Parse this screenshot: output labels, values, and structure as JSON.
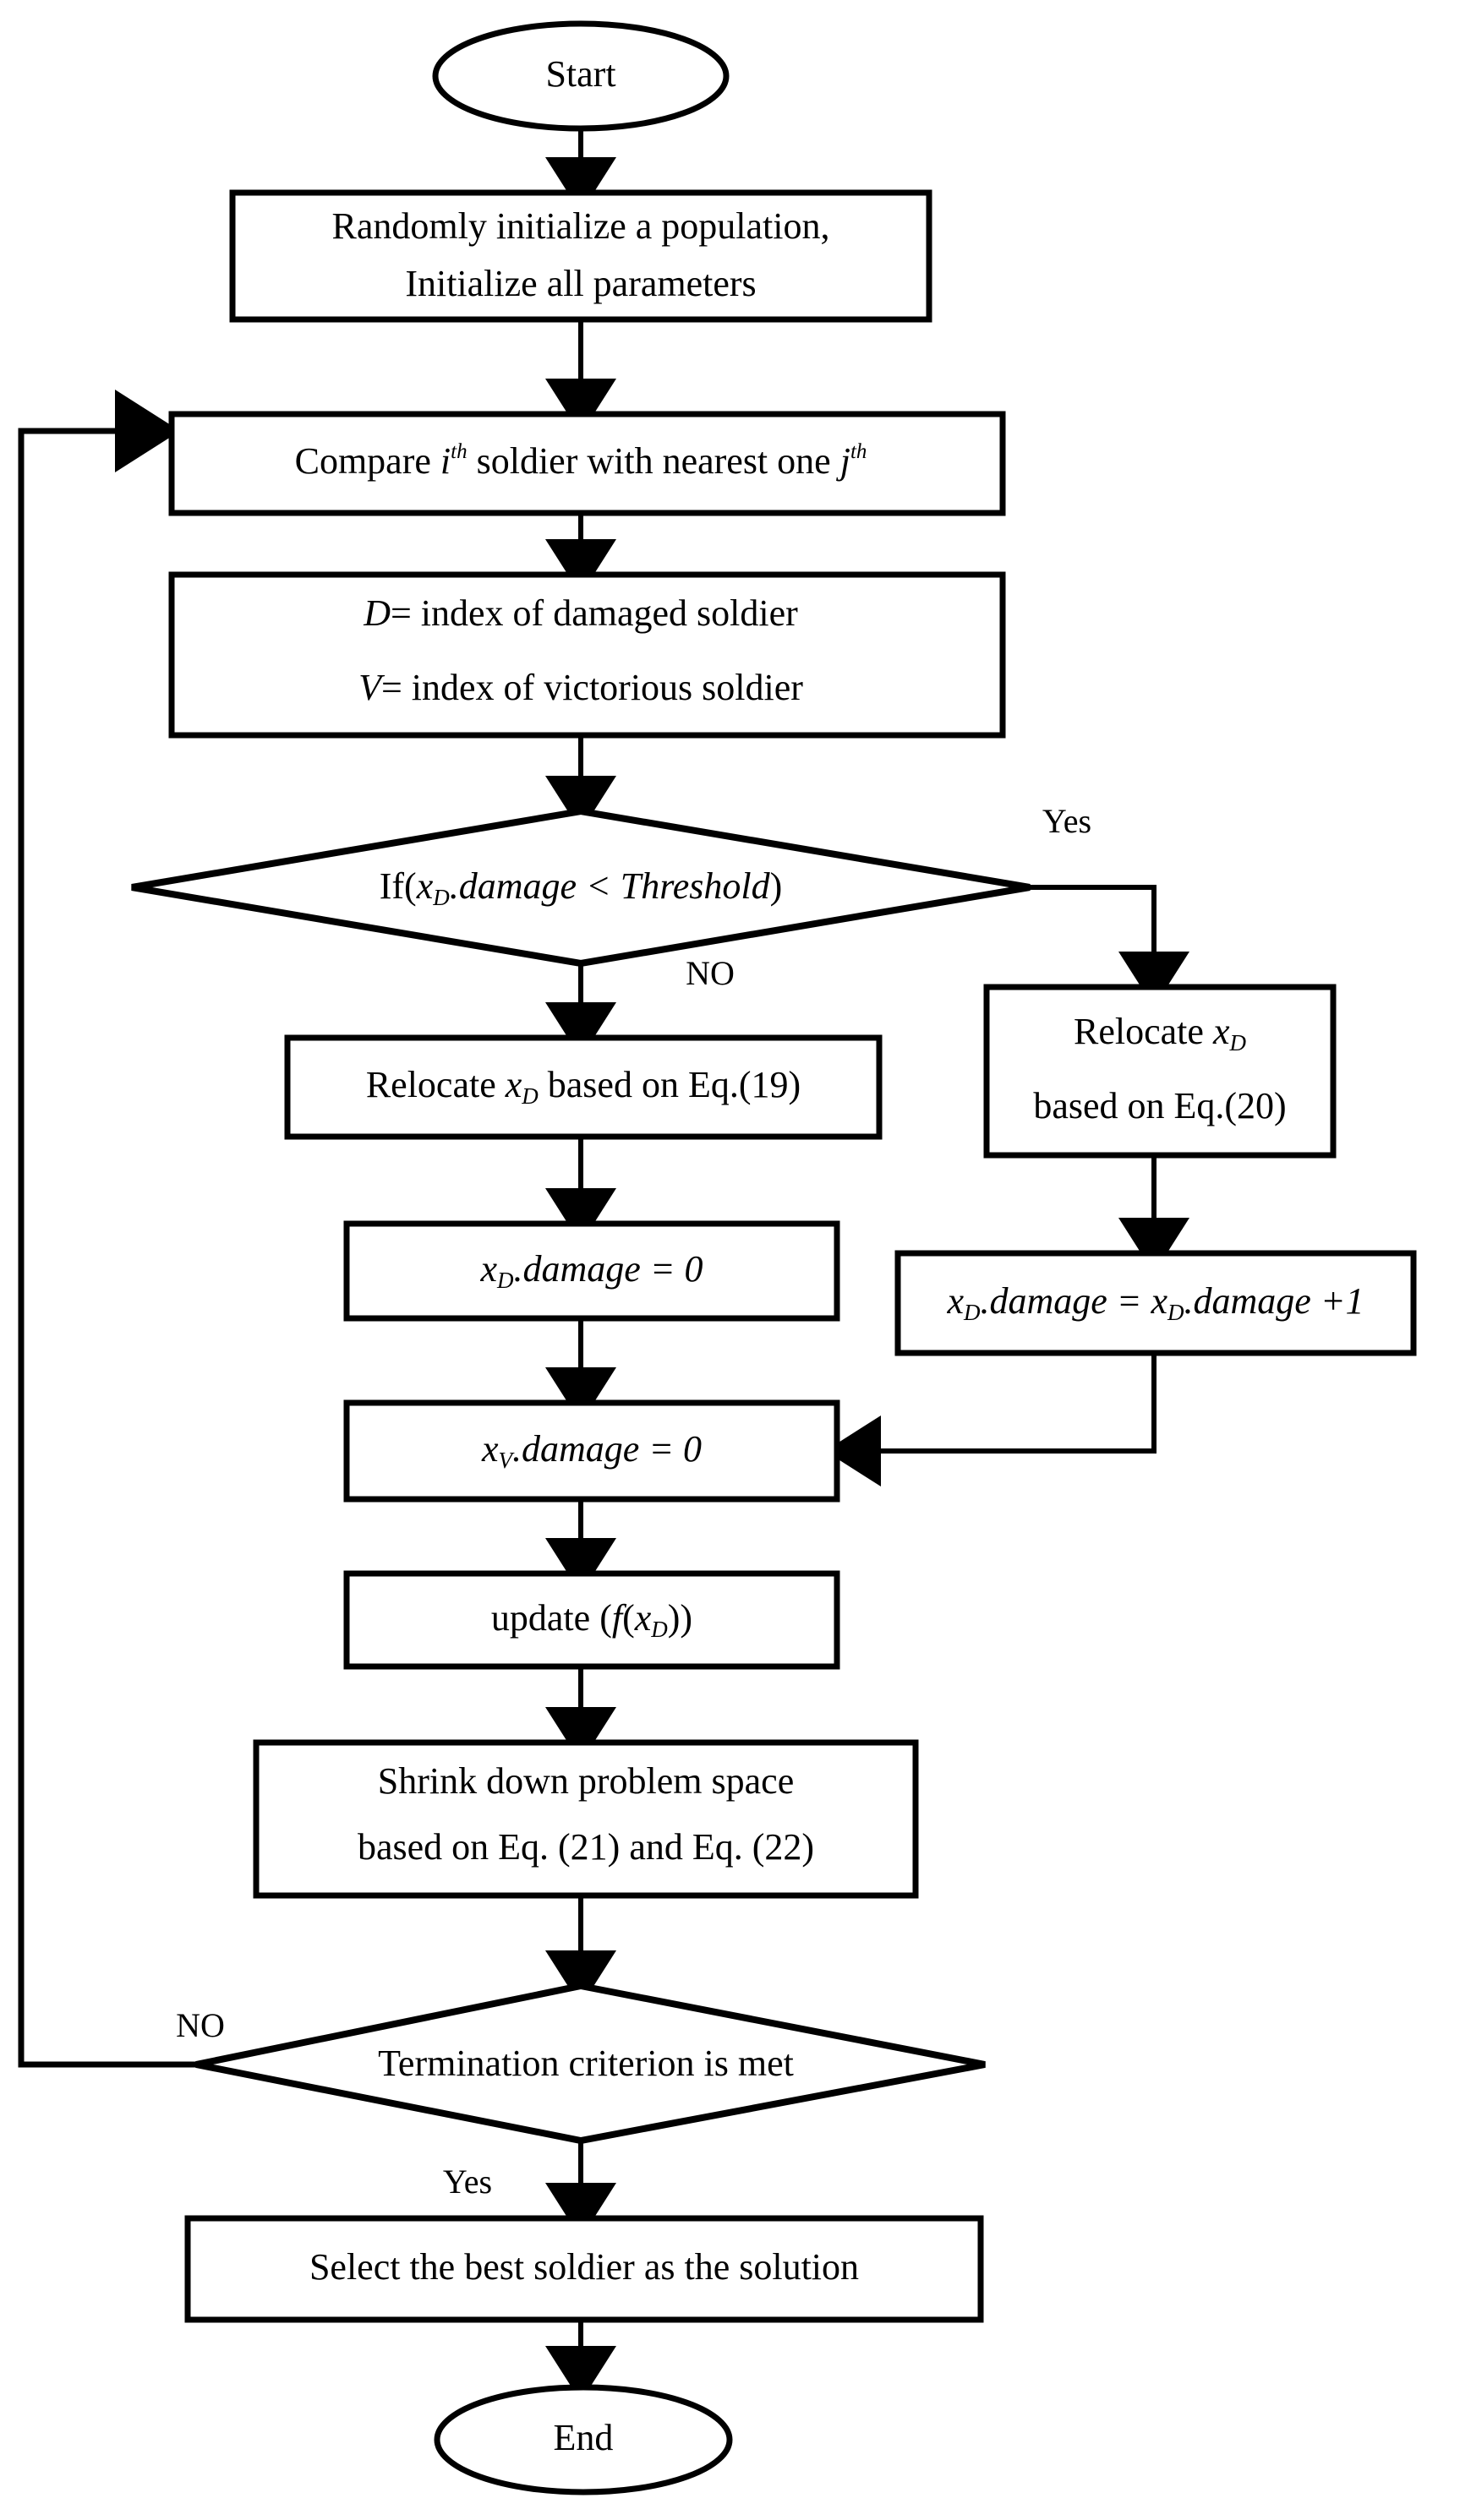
{
  "diagram": {
    "title": "Algorithm flowchart",
    "background": "#ffffff",
    "line_color": "#000000"
  },
  "nodes": {
    "start": {
      "label": "Start",
      "shape": "terminator"
    },
    "init": {
      "line1": "Randomly initialize a population,",
      "line2": "Initialize all parameters",
      "shape": "process"
    },
    "compare": {
      "pre": "Compare ",
      "var1": "i",
      "sup1": "th",
      "mid": " soldier with nearest one ",
      "var2": "j",
      "sup2": "th",
      "shape": "process"
    },
    "indices": {
      "var1": "D",
      "line1": "= index of damaged soldier",
      "var2": "V",
      "line2": "= index of victorious soldier",
      "shape": "process"
    },
    "decision_damage": {
      "pre": "If(",
      "var": "x",
      "sub": "D",
      "mid": ".damage",
      "op": " < ",
      "rhs": "Threshold",
      "post": ")",
      "shape": "decision"
    },
    "relocate19": {
      "pre": "Relocate ",
      "var": "x",
      "sub": "D",
      "post": " based on Eq.(19)",
      "shape": "process"
    },
    "relocate20": {
      "line1_pre": "Relocate ",
      "var": "x",
      "sub": "D",
      "line2": "based on Eq.(20)",
      "shape": "process"
    },
    "damage_zero_d": {
      "var": "x",
      "sub": "D",
      "post": ".damage = 0",
      "shape": "process"
    },
    "damage_inc": {
      "var": "x",
      "sub": "D",
      "mid": ".damage = ",
      "var2": "x",
      "sub2": "D",
      "post": ".damage +1",
      "shape": "process"
    },
    "damage_zero_v": {
      "var": "x",
      "sub": "V",
      "post": ".damage = 0",
      "shape": "process"
    },
    "update": {
      "pre": "update (",
      "fn": "f",
      "paren_open": "(",
      "var": "x",
      "sub": "D",
      "post": "))",
      "shape": "process"
    },
    "shrink": {
      "line1": "Shrink down problem space",
      "line2": "based on Eq. (21) and Eq. (22)",
      "shape": "process"
    },
    "decision_term": {
      "label": "Termination criterion is met",
      "shape": "decision"
    },
    "select_best": {
      "label": "Select the best soldier as the solution",
      "shape": "process"
    },
    "end": {
      "label": "End",
      "shape": "terminator"
    }
  },
  "edge_labels": {
    "damage_yes": "Yes",
    "damage_no": "NO",
    "term_no": "NO",
    "term_yes": "Yes"
  }
}
